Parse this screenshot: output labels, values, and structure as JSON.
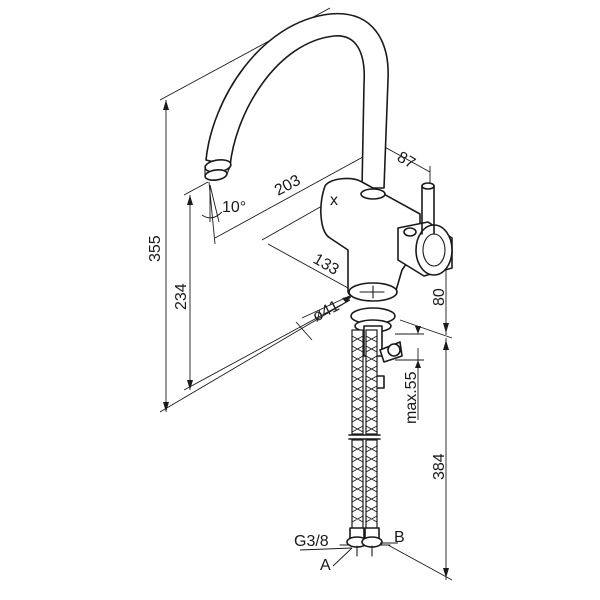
{
  "dimensions": {
    "overall_height": "355",
    "spout_height": "234",
    "spout_reach": "203",
    "handle_length": "87",
    "body_depth": "133",
    "body_height": "80",
    "hole_diameter": "ø41",
    "max_thickness": "max.55",
    "hose_length": "384",
    "tilt_angle": "10°"
  },
  "connections": {
    "thread": "G3/8",
    "label_a": "A",
    "label_b": "B"
  },
  "marks": {
    "cold_mark": "x"
  }
}
